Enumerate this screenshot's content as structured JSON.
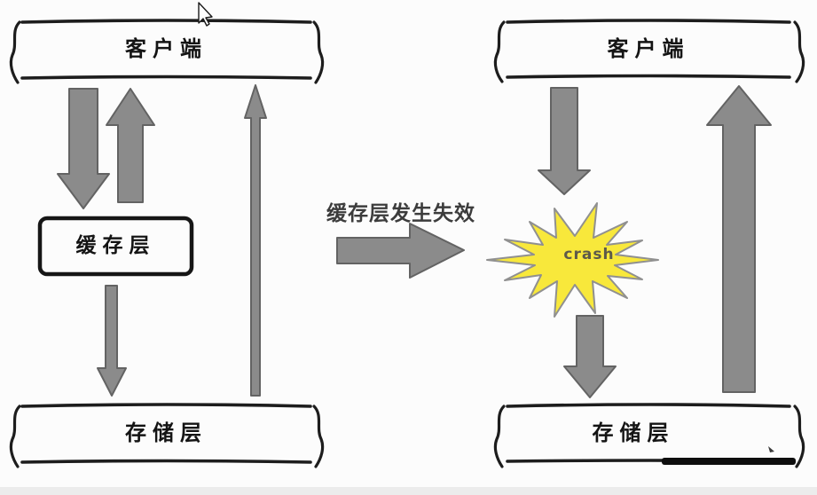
{
  "diagram": {
    "left": {
      "client_label": "客户端",
      "cache_label": "缓存层",
      "storage_label": "存储层"
    },
    "transition": {
      "caption": "缓存层发生失效"
    },
    "right": {
      "client_label": "客户端",
      "crash_label": "crash",
      "storage_label": "存储层"
    }
  },
  "colors": {
    "background": "#fcfcfc",
    "line_color": "#1d1d1d",
    "arrow_fill": "#8b8b8b",
    "arrow_stroke": "#636363",
    "star_fill": "#f8e83b",
    "star_stroke": "#909090",
    "caption_color": "#3c3c3c",
    "crash_text_color": "#5d5a4a",
    "footer_strip": "#ececec"
  }
}
